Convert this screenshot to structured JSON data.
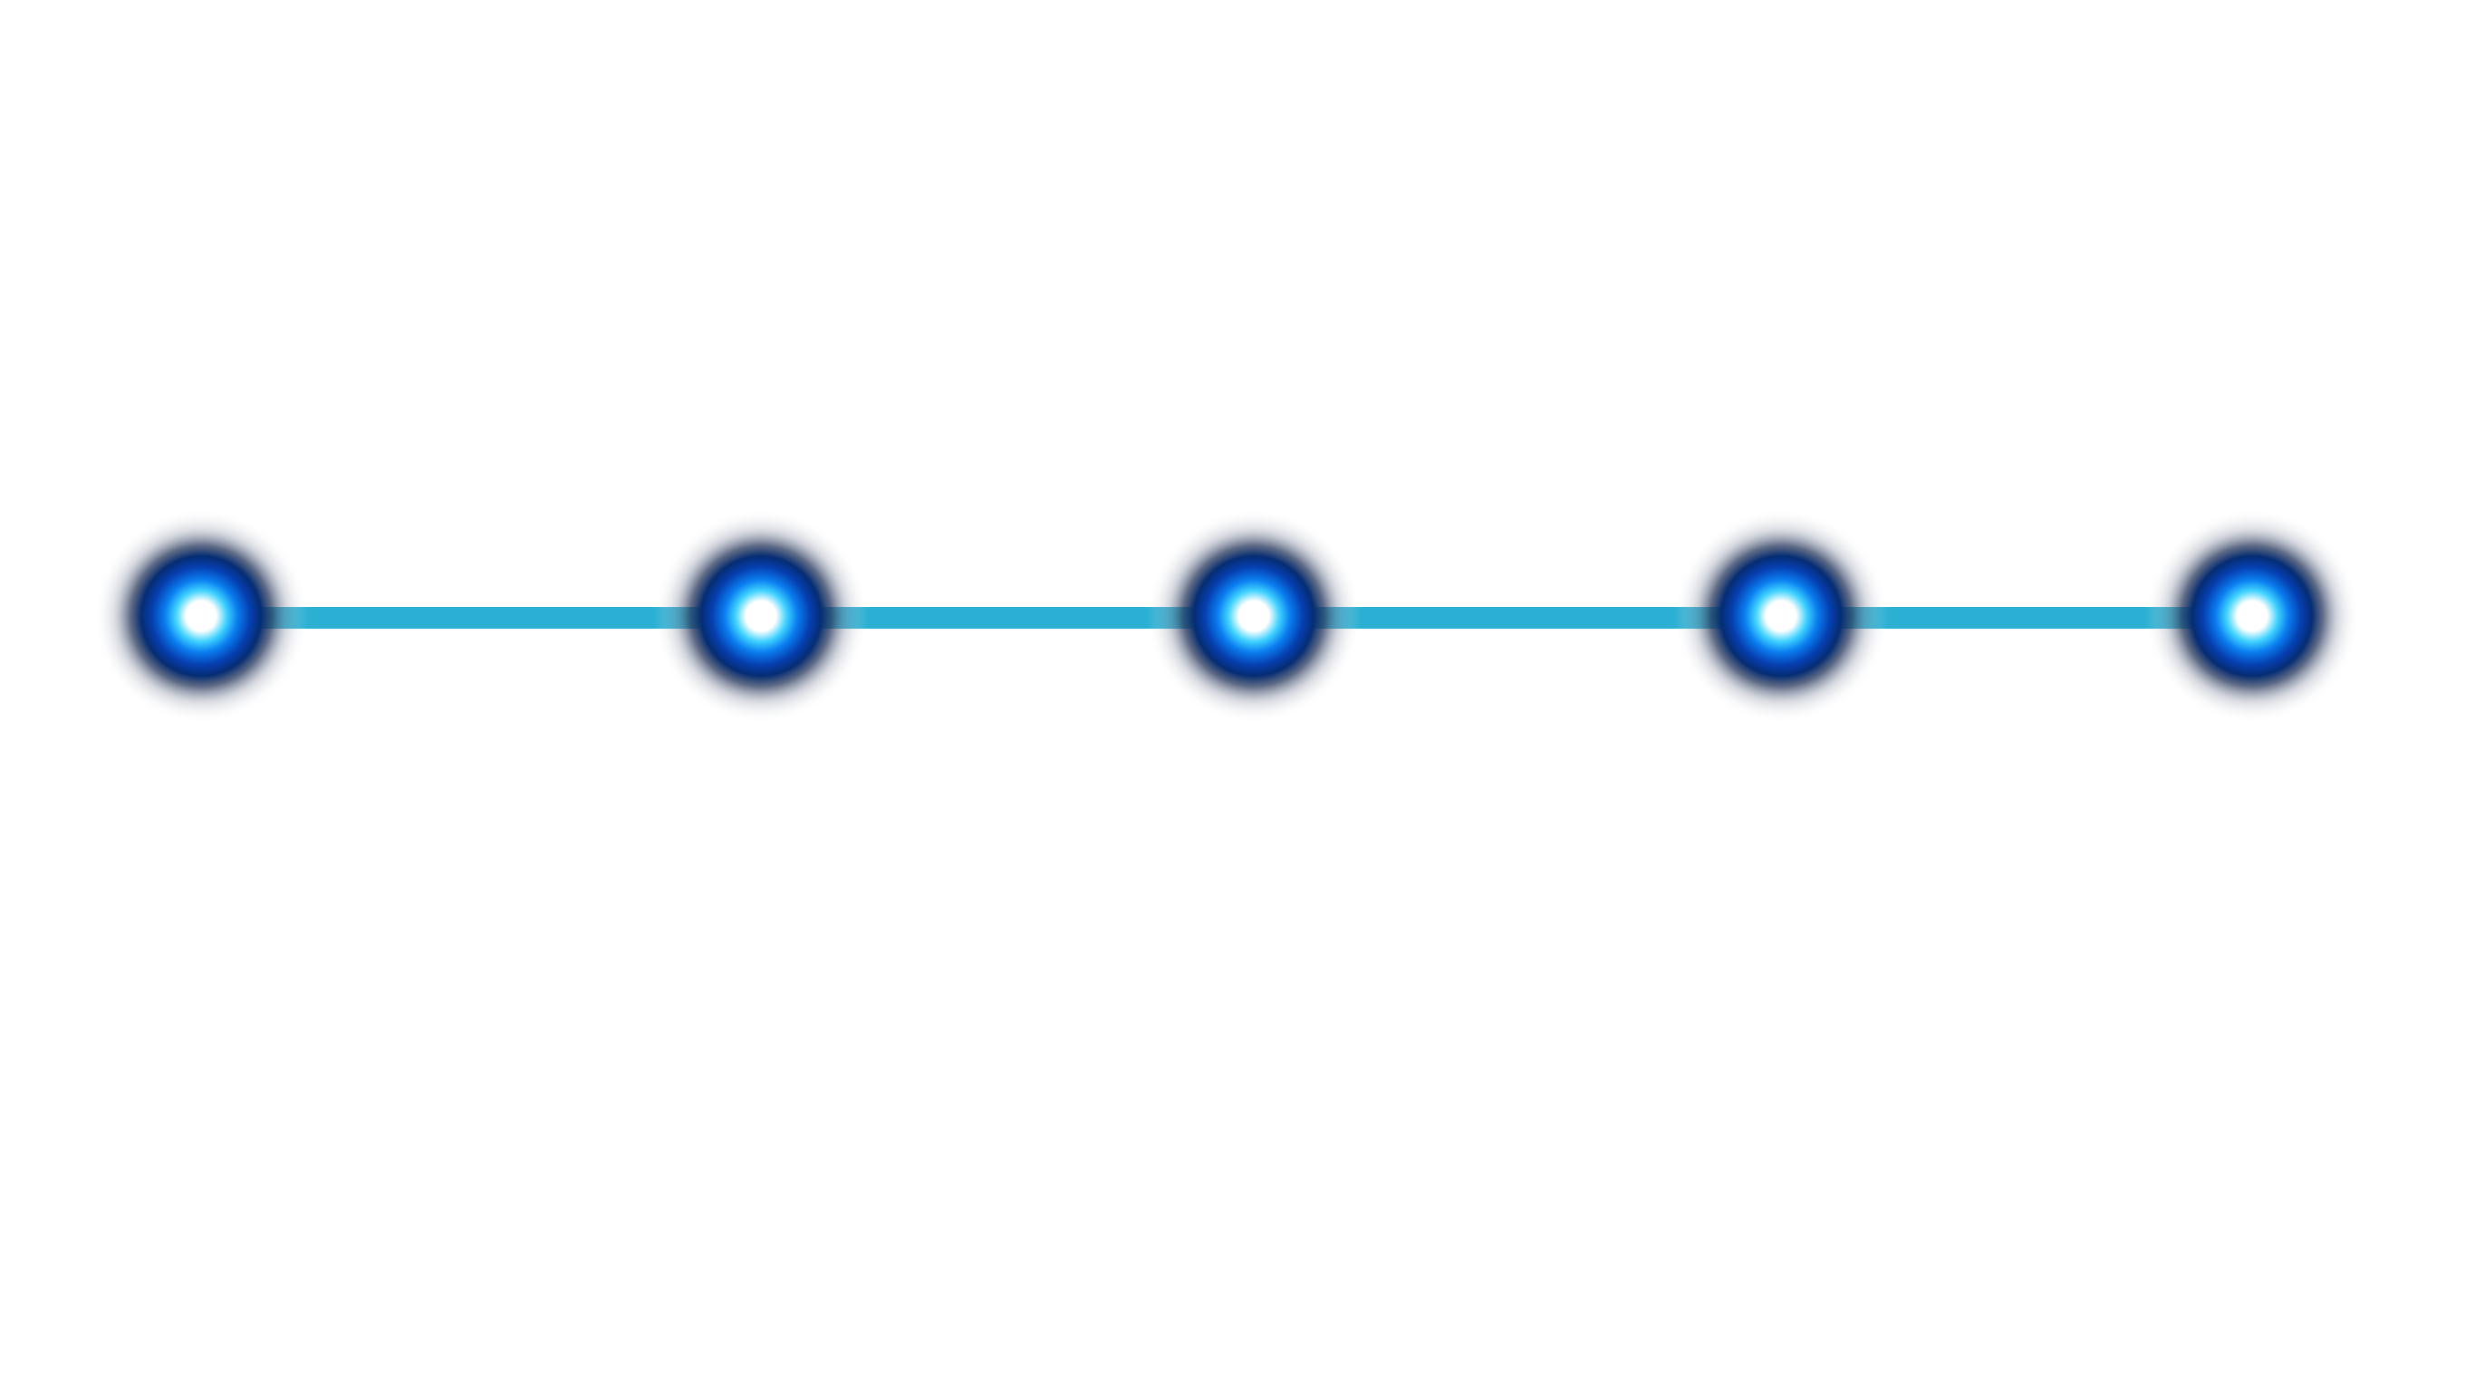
{
  "colors": {
    "background": "#ffffff",
    "connector": "#2bb0d3",
    "node_core": "#ffffff",
    "node_inner": "#00b4ff",
    "node_mid": "#0a63d8",
    "node_outer": "#032f7a"
  },
  "timeline": {
    "nodes": [
      {
        "id": "node-1",
        "label": ""
      },
      {
        "id": "node-2",
        "label": ""
      },
      {
        "id": "node-3",
        "label": ""
      },
      {
        "id": "node-4",
        "label": ""
      },
      {
        "id": "node-5",
        "label": ""
      }
    ]
  }
}
